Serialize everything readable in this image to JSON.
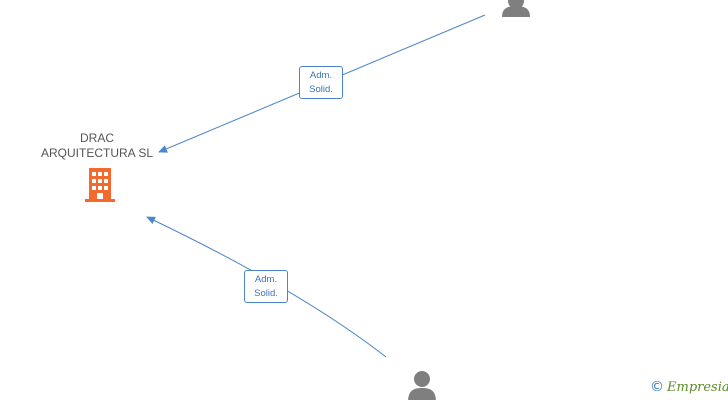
{
  "company": {
    "name_line1": "DRAC",
    "name_line2": "ARQUITECTURA SL",
    "icon": "building-icon",
    "icon_color": "#f26a2e"
  },
  "relations": [
    {
      "label_line1": "Adm.",
      "label_line2": "Solid.",
      "from": "person-top",
      "to": "company"
    },
    {
      "label_line1": "Adm.",
      "label_line2": "Solid.",
      "from": "person-bottom",
      "to": "company"
    }
  ],
  "persons": [
    {
      "icon": "person-icon"
    },
    {
      "icon": "person-icon"
    }
  ],
  "edge_color": "#4a86c8",
  "person_color": "#7f7f7f",
  "brand": {
    "copyright": "©",
    "name": "Empresia"
  }
}
